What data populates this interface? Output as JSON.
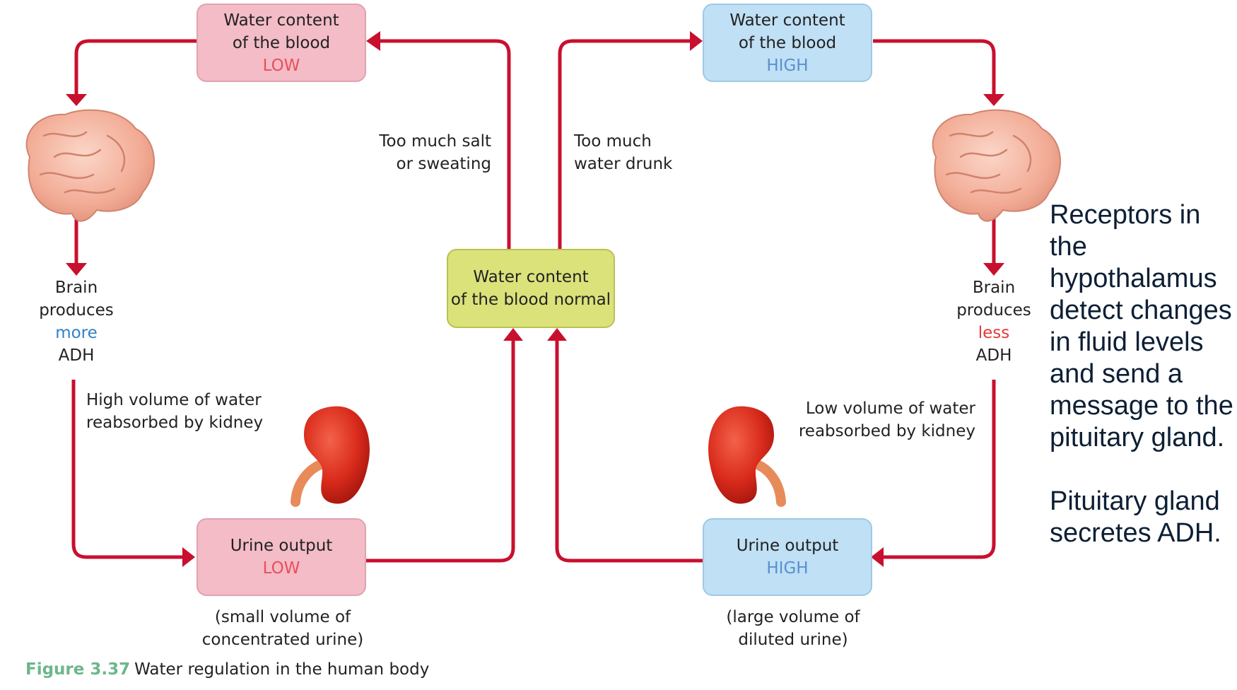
{
  "boxes": {
    "top_left": {
      "line1": "Water content",
      "line2": "of the blood",
      "level": "LOW"
    },
    "top_right": {
      "line1": "Water content",
      "line2": "of the blood",
      "level": "HIGH"
    },
    "center": {
      "line1": "Water content",
      "line2": "of the blood normal"
    },
    "bottom_left": {
      "line1": "Urine output",
      "level": "LOW"
    },
    "bottom_right": {
      "line1": "Urine output",
      "level": "HIGH"
    }
  },
  "labels": {
    "salt": {
      "line1": "Too much salt",
      "line2": "or sweating"
    },
    "water_drunk": {
      "line1": "Too much",
      "line2": "water drunk"
    },
    "brain_left": {
      "line1": "Brain",
      "line2": "produces",
      "emphasis": "more",
      "line4": "ADH"
    },
    "brain_right": {
      "line1": "Brain",
      "line2": "produces",
      "emphasis": "less",
      "line4": "ADH"
    },
    "reabsorb_high": {
      "line1": "High volume of water",
      "line2": "reabsorbed by kidney"
    },
    "reabsorb_low": {
      "line1": "Low volume of water",
      "line2": "reabsorbed by kidney"
    },
    "urine_small": {
      "line1": "(small volume of",
      "line2": "concentrated urine)"
    },
    "urine_large": {
      "line1": "(large volume of",
      "line2": "diluted urine)"
    }
  },
  "side_note": {
    "para1": "Receptors in the hypothalamus detect changes in fluid levels and send a message to the pituitary gland.",
    "para2": "Pituitary gland secretes ADH."
  },
  "caption": {
    "figure": "Figure 3.37",
    "text": "Water regulation in the human body"
  },
  "colors": {
    "arrow": "#c8102e",
    "pink_box": "#f3bcc7",
    "blue_box": "#bfe0f5",
    "green_box": "#dbe27a",
    "low_text": "#e8505b",
    "high_text": "#5b8fd0",
    "more_text": "#2f82c9",
    "less_text": "#e23a3a",
    "caption_figure": "#6cb78c"
  },
  "icons": [
    "brain-icon",
    "kidney-icon"
  ]
}
